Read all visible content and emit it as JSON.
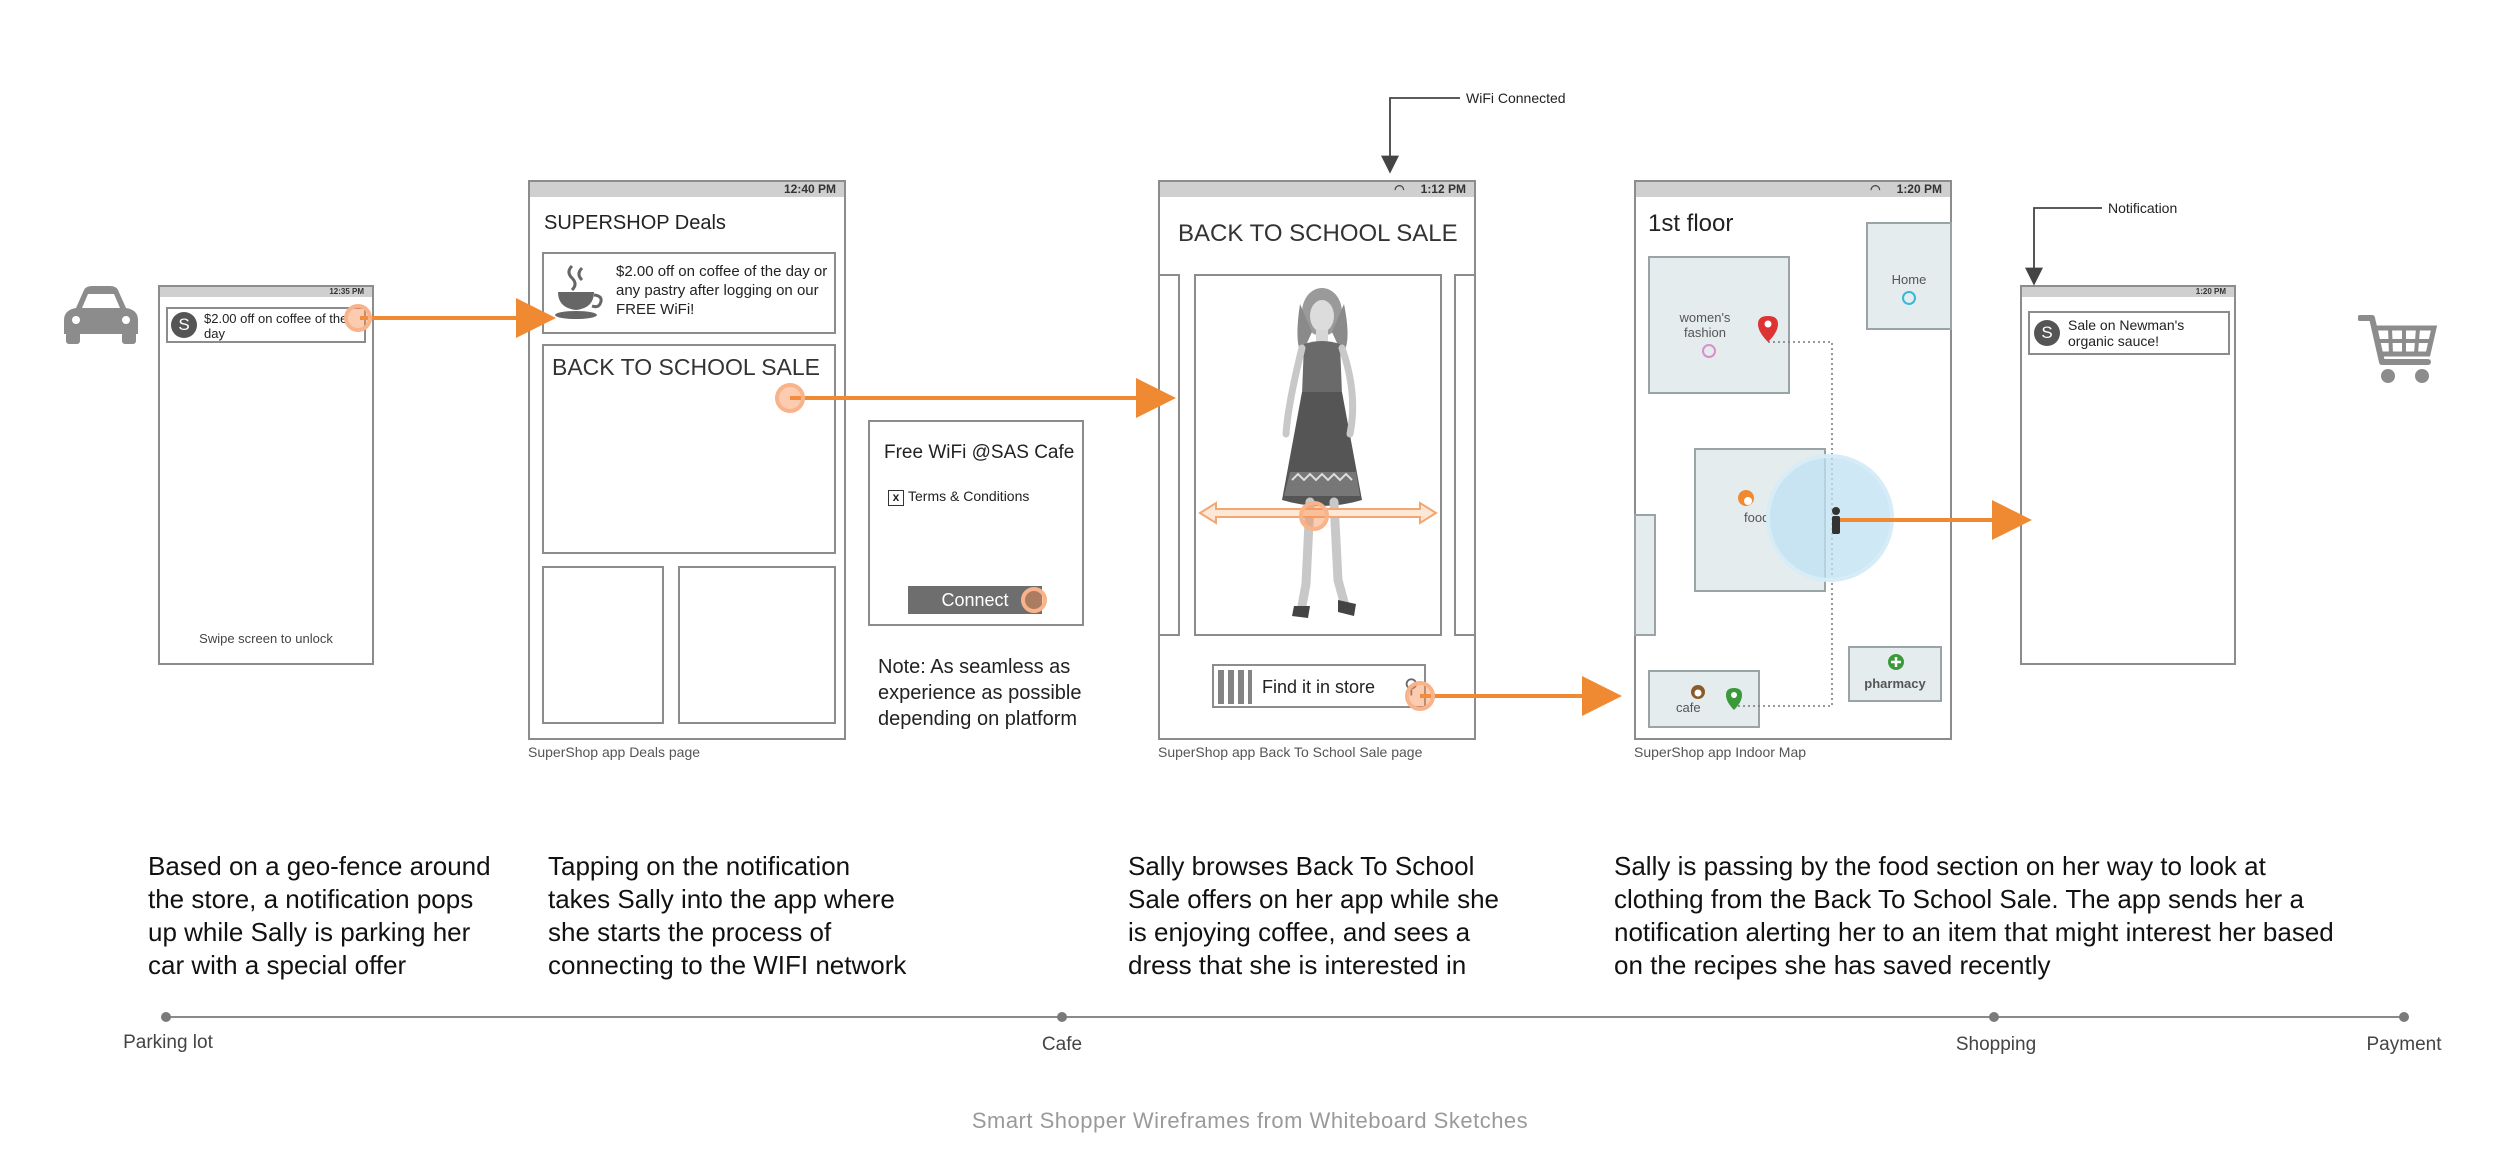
{
  "notification_screen": {
    "status_time": "12:35 PM",
    "notification_avatar": "S",
    "notification_text": "$2.00 off on coffee of the day",
    "lock_hint": "Swipe screen to unlock"
  },
  "deals_screen": {
    "status_time": "12:40 PM",
    "title": "SUPERSHOP Deals",
    "coffee_offer": "$2.00 off on coffee of the day or any pastry after logging on our FREE WiFi!",
    "sale_banner": "BACK TO SCHOOL SALE",
    "caption": "SuperShop app Deals page"
  },
  "wifi_dialog": {
    "title": "Free WiFi @SAS Cafe",
    "checkbox_mark": "x",
    "terms_label": "Terms & Conditions",
    "connect_label": "Connect",
    "note": "Note: As seamless as experience as possible depending on platform"
  },
  "sale_screen": {
    "annotation": "WiFi Connected",
    "status_time": "1:12 PM",
    "title": "BACK TO SCHOOL SALE",
    "find_label": "Find it in store",
    "caption": "SuperShop app Back To School Sale page"
  },
  "map_screen": {
    "status_time": "1:20 PM",
    "floor_title": "1st floor",
    "zone_womens": "women's fashion",
    "zone_home": "Home",
    "zone_food": "food",
    "zone_cafe": "cafe",
    "zone_pharmacy": "pharmacy",
    "caption": "SuperShop app Indoor Map"
  },
  "final_screen": {
    "annotation": "Notification",
    "status_time": "1:20 PM",
    "notification_avatar": "S",
    "notification_text": "Sale on Newman's organic sauce!"
  },
  "stories": {
    "parking": "Based on a geo-fence around\nthe store, a notification pops\nup while Sally is parking her\ncar with a special offer",
    "tapping": "Tapping on the notification\ntakes Sally into the app where\nshe starts the process of\nconnecting to the WIFI network",
    "browsing": "Sally browses Back To School\nSale offers on her app while she\nis enjoying coffee, and sees a\ndress that she is interested in",
    "passing": "Sally is passing by the food section on her way to look at\nclothing from the Back To School Sale. The app sends her a\nnotification alerting her to an item that might interest her based\non the recipes she has saved recently"
  },
  "timeline": {
    "stages": [
      "Parking lot",
      "Cafe",
      "Shopping",
      "Payment"
    ]
  },
  "footer_title": "Smart Shopper Wireframes from Whiteboard Sketches",
  "colors": {
    "accent": "#f08a32",
    "frame": "#8c8c8c",
    "zone": "#e4ecee",
    "glow": "#bfe0f2"
  },
  "icons": [
    "car-icon",
    "shopping-cart-icon",
    "coffee-cup-icon",
    "wifi-icon",
    "location-pin-icon",
    "person-icon"
  ]
}
